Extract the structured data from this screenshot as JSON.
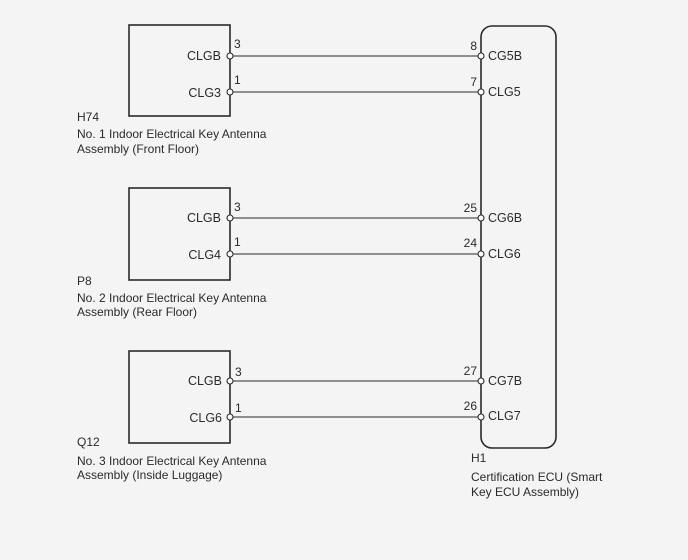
{
  "ecu": {
    "code": "H1",
    "name_line1": "Certification ECU (Smart",
    "name_line2": "Key ECU Assembly)"
  },
  "antennas": [
    {
      "code": "H74",
      "name_line1": "No. 1 Indoor Electrical Key Antenna",
      "name_line2": "Assembly (Front Floor)",
      "pins": [
        {
          "name": "CLGB",
          "num": "3",
          "ecu_num": "8",
          "ecu_name": "CG5B"
        },
        {
          "name": "CLG3",
          "num": "1",
          "ecu_num": "7",
          "ecu_name": "CLG5"
        }
      ]
    },
    {
      "code": "P8",
      "name_line1": "No. 2 Indoor Electrical Key Antenna",
      "name_line2": "Assembly (Rear Floor)",
      "pins": [
        {
          "name": "CLGB",
          "num": "3",
          "ecu_num": "25",
          "ecu_name": "CG6B"
        },
        {
          "name": "CLG4",
          "num": "1",
          "ecu_num": "24",
          "ecu_name": "CLG6"
        }
      ]
    },
    {
      "code": "Q12",
      "name_line1": "No. 3 Indoor Electrical Key Antenna",
      "name_line2": "Assembly (Inside Luggage)",
      "pins": [
        {
          "name": "CLGB",
          "num": "3",
          "ecu_num": "27",
          "ecu_name": "CG7B"
        },
        {
          "name": "CLG6",
          "num": "1",
          "ecu_num": "26",
          "ecu_name": "CLG7"
        }
      ]
    }
  ]
}
